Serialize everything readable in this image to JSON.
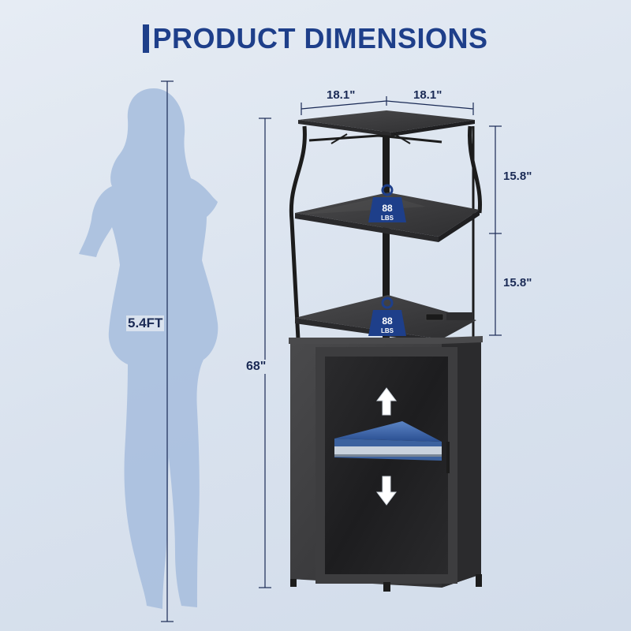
{
  "header": {
    "title": "PRODUCT DIMENSIONS"
  },
  "dimensions": {
    "person_height": "5.4FT",
    "total_height": "68\"",
    "width_left": "18.1\"",
    "width_right": "18.1\"",
    "shelf_gap_top": "15.8\"",
    "shelf_gap_bottom": "15.8\""
  },
  "load_badges": [
    {
      "value": "88",
      "unit": "LBS"
    },
    {
      "value": "88",
      "unit": "LBS"
    }
  ],
  "colors": {
    "accent": "#1e3f8a",
    "silhouette": "#a9bfde",
    "wood": "#3b3b3c",
    "frame": "#1c1c1c"
  },
  "icons": [
    "arrow-up-icon",
    "arrow-down-icon",
    "weight-icon"
  ]
}
